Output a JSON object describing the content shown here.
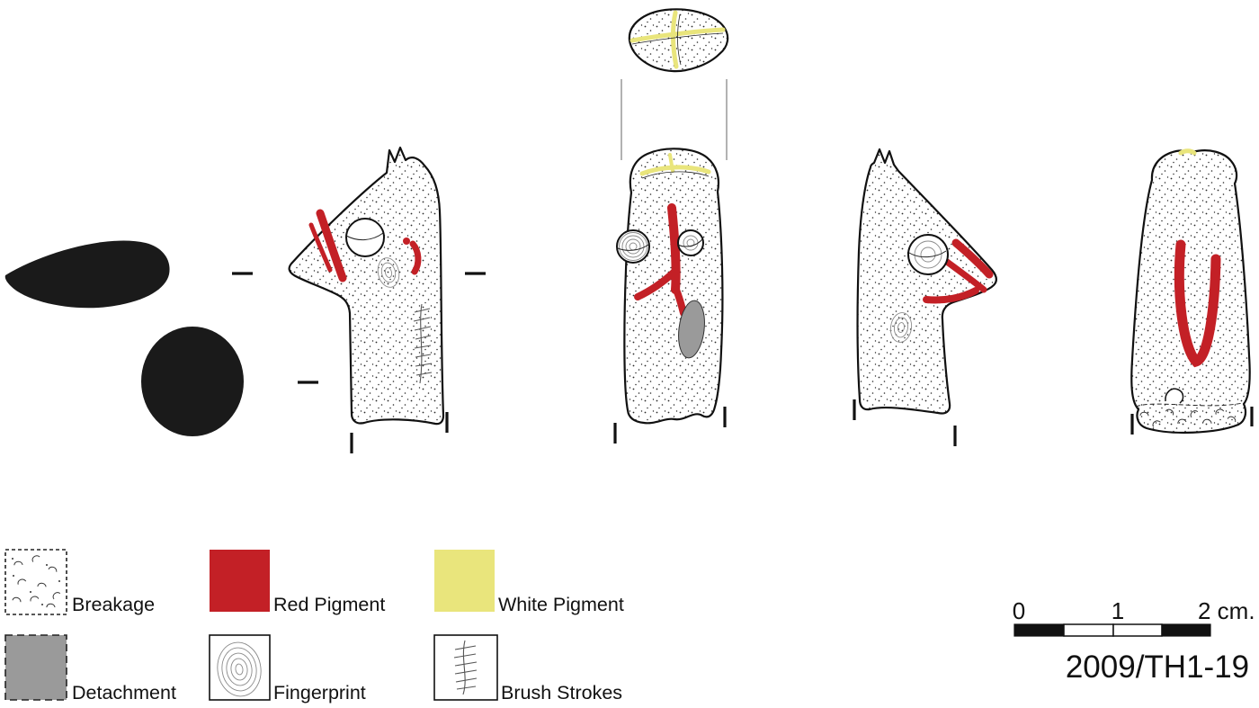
{
  "figure": {
    "specimen_id": "2009/TH1-19",
    "views": [
      {
        "name": "top-view"
      },
      {
        "name": "side-silhouette"
      },
      {
        "name": "base-silhouette"
      },
      {
        "name": "left-profile-view"
      },
      {
        "name": "front-view"
      },
      {
        "name": "right-profile-view"
      },
      {
        "name": "back-view"
      }
    ]
  },
  "legend": {
    "items": [
      {
        "label": "Breakage"
      },
      {
        "label": "Red Pigment"
      },
      {
        "label": "White Pigment"
      },
      {
        "label": "Detachment"
      },
      {
        "label": "Fingerprint"
      },
      {
        "label": "Brush Strokes"
      }
    ]
  },
  "scale_bar": {
    "tick_labels": [
      "0",
      "1",
      "2 cm."
    ],
    "unit": "cm"
  },
  "colors": {
    "red_pigment": "#c32026",
    "white_pigment": "#e9e57c",
    "detachment_gray": "#9a9a9a",
    "ink": "#1a1a1a"
  }
}
